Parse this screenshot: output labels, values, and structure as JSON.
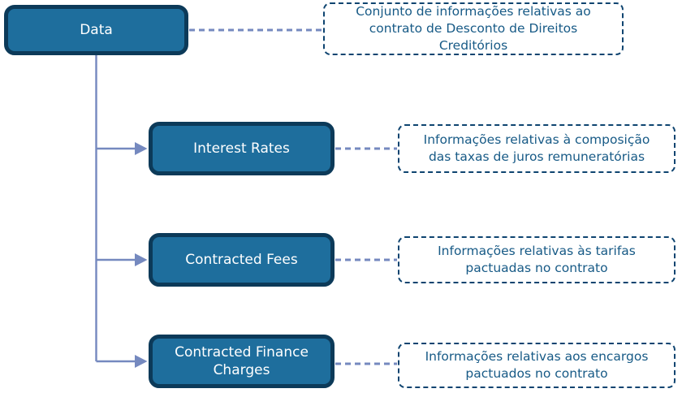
{
  "colors": {
    "node_fill": "#1E6E9D",
    "node_border": "#0C3A59",
    "node_text": "#FFFFFF",
    "note_border": "#0E4470",
    "note_text": "#175A86",
    "connector": "#7589BF"
  },
  "diagram": {
    "root": {
      "label": "Data",
      "note": "Conjunto de informações relativas ao\ncontrato de Desconto de Direitos\nCreditórios"
    },
    "children": [
      {
        "label": "Interest Rates",
        "note": "Informações relativas à composição\ndas taxas de juros remuneratórias"
      },
      {
        "label": "Contracted Fees",
        "note": "Informações relativas às tarifas\npactuadas no contrato"
      },
      {
        "label": "Contracted Finance Charges",
        "note": "Informações relativas aos encargos\npactuados no contrato"
      }
    ]
  }
}
